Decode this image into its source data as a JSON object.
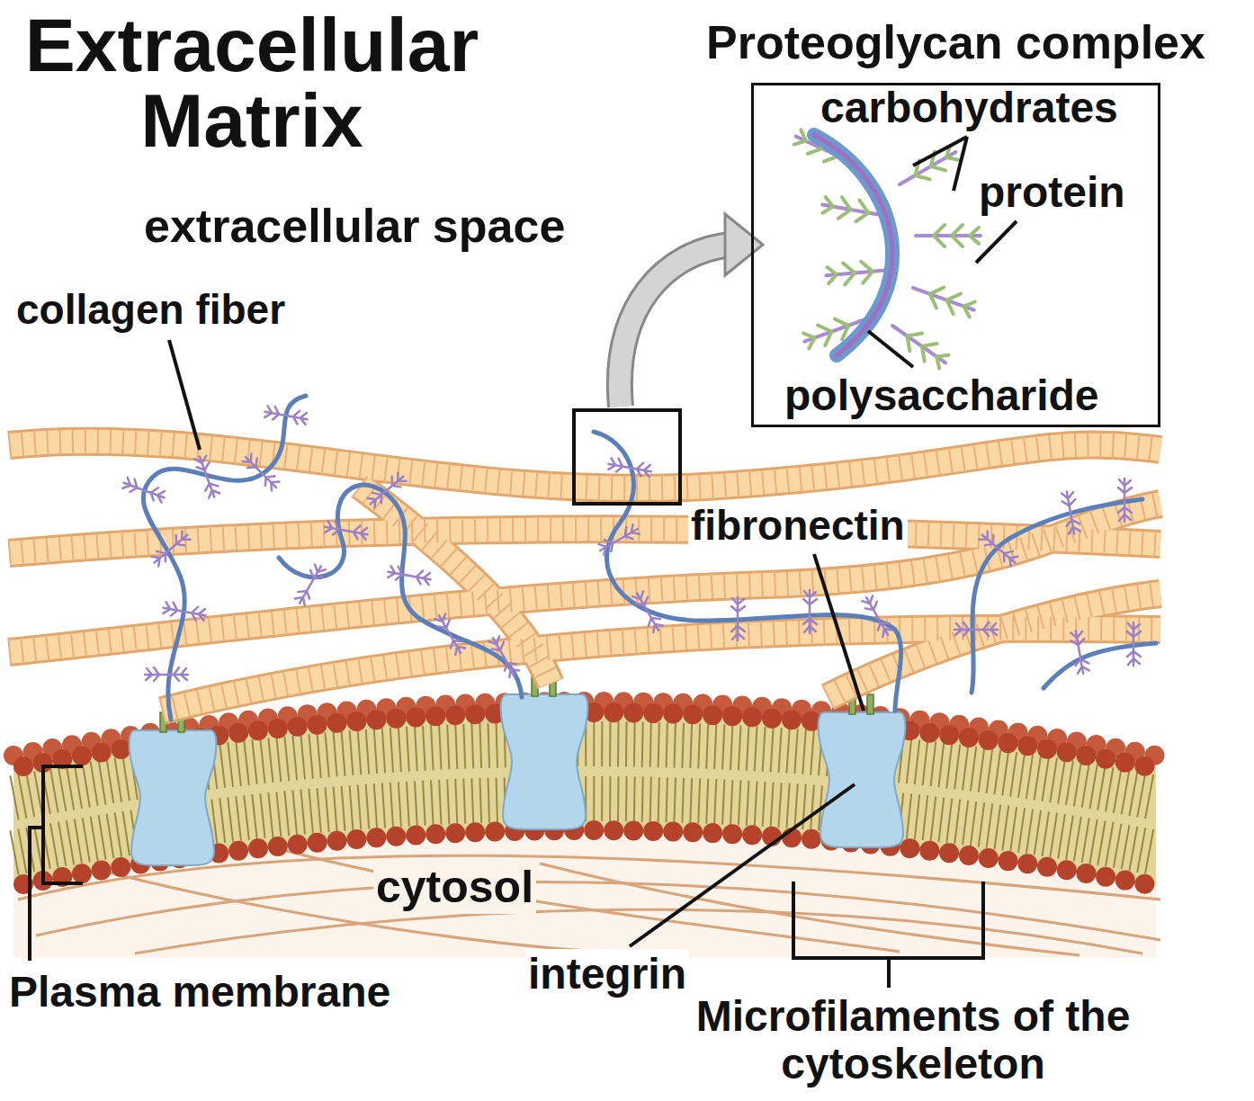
{
  "diagram": {
    "title": "Extracellular Matrix",
    "nodes": [
      {
        "text": [
          "Proteoglycan complex"
        ]
      }
    ],
    "labels": [
      "carbohydrates",
      "protein",
      "extracellular space",
      "collagen fiber",
      "polysaccharide",
      "fibronectin",
      "cytosol",
      "integrin",
      "Plasma membrane",
      "Microfilaments of the cytoskeleton"
    ]
  }
}
